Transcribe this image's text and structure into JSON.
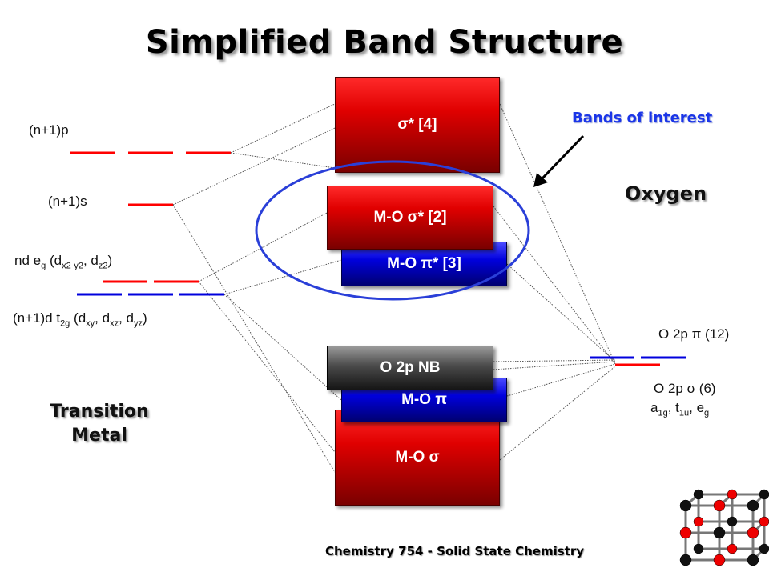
{
  "title": "Simplified Band Structure",
  "labels": {
    "np1p": "(n+1)p",
    "np1s": "(n+1)s",
    "eg_main": "nd e",
    "eg_g": "g",
    "eg_open": " (d",
    "eg_sub1": "x2-y2",
    "eg_mid": ", d",
    "eg_sub2": "z2",
    "eg_close": ")",
    "t2g_main": "(n+1)d t",
    "t2g_sub": "2g",
    "t2g_open": " (d",
    "t2g_sub1": "xy",
    "t2g_c1": ", d",
    "t2g_sub2": "xz",
    "t2g_c2": ", d",
    "t2g_sub3": "yz",
    "t2g_close": ")",
    "o2p_pi": "O 2p π (12)",
    "o2p_sigma": "O 2p σ (6)",
    "a1g": "a",
    "a1g_sub": "1g",
    "t1u": ", t",
    "t1u_sub": "1u",
    "eg2": ", e",
    "eg2_sub": "g"
  },
  "bands": {
    "sigma_star": "σ* [4]",
    "mo_sigma_star": "M-O σ* [2]",
    "mo_pi_star": "M-O π* [3]",
    "o2p_nb": "O 2p NB",
    "mo_pi": "M-O π",
    "mo_sigma": "M-O σ"
  },
  "headings": {
    "bands_of_interest": "Bands of interest",
    "oxygen": "Oxygen",
    "tm_line1": "Transition",
    "tm_line2": "Metal"
  },
  "footer": "Chemistry 754 - Solid State Chemistry",
  "colors": {
    "red": "#ff0000",
    "blue": "#0000dd",
    "gray": "#4a4a4a",
    "ellipse": "#2a3fd8"
  }
}
